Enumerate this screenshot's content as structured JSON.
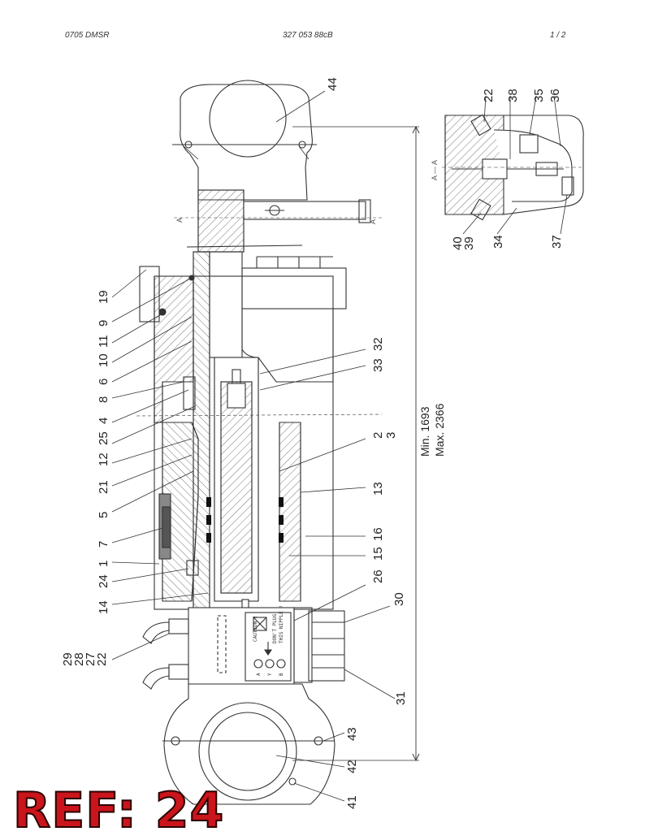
{
  "header": {
    "left": "0705 DMSR",
    "center": "327 053 88cB",
    "right": "1 /   2"
  },
  "dimensions": {
    "min": "Min. 1693",
    "max": "Max. 2366"
  },
  "section": {
    "label": "A — A",
    "marker": "A"
  },
  "plate": {
    "line1": "CAUTION !",
    "line2": "DON'T PLUG",
    "line3": "THIS NIPPLE !",
    "ports": [
      "A",
      "Y",
      "B"
    ]
  },
  "callouts": [
    {
      "id": "c44",
      "text": "44"
    },
    {
      "id": "c22a",
      "text": "22"
    },
    {
      "id": "c38",
      "text": "38"
    },
    {
      "id": "c35",
      "text": "35"
    },
    {
      "id": "c36",
      "text": "36"
    },
    {
      "id": "c40",
      "text": "40"
    },
    {
      "id": "c39",
      "text": "39"
    },
    {
      "id": "c34",
      "text": "34"
    },
    {
      "id": "c37",
      "text": "37"
    },
    {
      "id": "c19",
      "text": "19"
    },
    {
      "id": "c9",
      "text": "9"
    },
    {
      "id": "c11",
      "text": "11"
    },
    {
      "id": "c10",
      "text": "10"
    },
    {
      "id": "c6",
      "text": "6"
    },
    {
      "id": "c8",
      "text": "8"
    },
    {
      "id": "c4",
      "text": "4"
    },
    {
      "id": "c25",
      "text": "25"
    },
    {
      "id": "c12",
      "text": "12"
    },
    {
      "id": "c21",
      "text": "21"
    },
    {
      "id": "c5",
      "text": "5"
    },
    {
      "id": "c7",
      "text": "7"
    },
    {
      "id": "c1",
      "text": "1"
    },
    {
      "id": "c24",
      "text": "24"
    },
    {
      "id": "c14",
      "text": "14"
    },
    {
      "id": "c29",
      "text": "29"
    },
    {
      "id": "c28",
      "text": "28"
    },
    {
      "id": "c27",
      "text": "27"
    },
    {
      "id": "c22b",
      "text": "22"
    },
    {
      "id": "c32",
      "text": "32"
    },
    {
      "id": "c33",
      "text": "33"
    },
    {
      "id": "c2",
      "text": "2"
    },
    {
      "id": "c3",
      "text": "3"
    },
    {
      "id": "c13",
      "text": "13"
    },
    {
      "id": "c16",
      "text": "16"
    },
    {
      "id": "c15",
      "text": "15"
    },
    {
      "id": "c26",
      "text": "26"
    },
    {
      "id": "c30",
      "text": "30"
    },
    {
      "id": "c31",
      "text": "31"
    },
    {
      "id": "c43",
      "text": "43"
    },
    {
      "id": "c42",
      "text": "42"
    },
    {
      "id": "c41",
      "text": "41"
    }
  ],
  "stamp": {
    "text": "REF: 24",
    "color": "#c9151b"
  }
}
